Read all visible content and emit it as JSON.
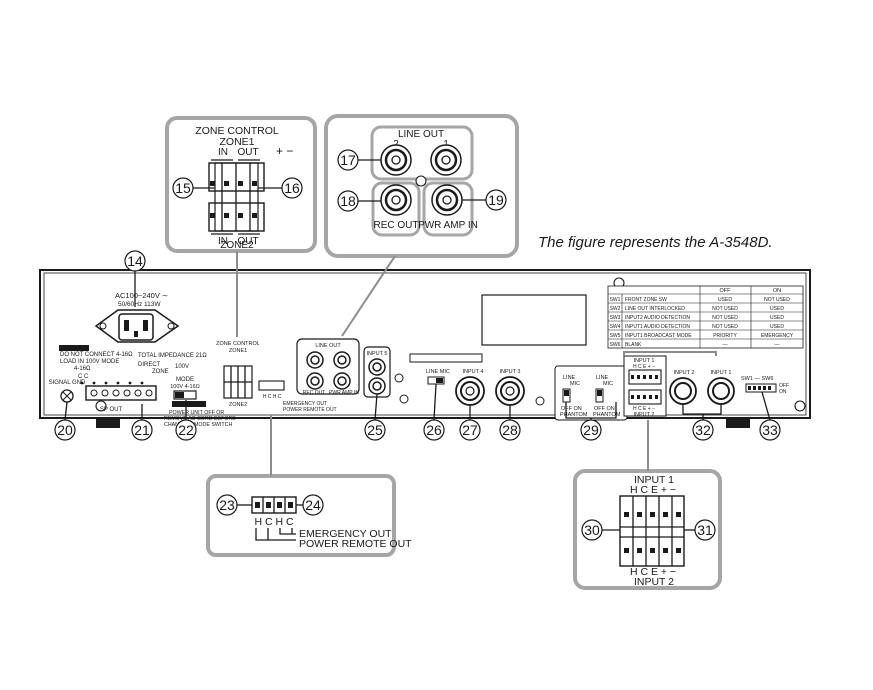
{
  "caption": "The figure represents the A-3548D.",
  "callouts": [
    "14",
    "15",
    "16",
    "17",
    "18",
    "19",
    "20",
    "21",
    "22",
    "23",
    "24",
    "25",
    "26",
    "27",
    "28",
    "29",
    "30",
    "31",
    "32",
    "33"
  ],
  "zone_control": {
    "title": "ZONE CONTROL",
    "zone1": "ZONE1",
    "zone2": "ZONE2",
    "in": "IN",
    "out": "OUT",
    "polarity": "+ −"
  },
  "line_out": {
    "title": "LINE OUT",
    "ch2": "2",
    "ch1": "1",
    "rec_out": "REC OUT",
    "pwr_amp_in": "PWR AMP IN"
  },
  "remote": {
    "pins": "H C H C",
    "emergency_out": "EMERGENCY OUT",
    "power_remote_out": "POWER REMOTE OUT"
  },
  "input_block": {
    "input1": "INPUT 1",
    "input2": "INPUT 2",
    "pins_top": "H C E + −",
    "pins_bottom": "H C E + −"
  },
  "panel": {
    "power": "AC100−240V ∼",
    "power_spec": "50/60Hz  113W",
    "warning1": "DO NOT CONNECT 4-16Ω",
    "warning2": "LOAD IN 100V MODE",
    "total_impedance": "TOTAL IMPEDANCE  21Ω",
    "v100": "100V",
    "direct": "DIRECT",
    "zone": "ZONE",
    "ohm_range": "4-16Ω",
    "mode": "MODE",
    "mode_opts": "100V   4-16Ω",
    "sp_out": "SP OUT",
    "signal_gnd": "SIGNAL GND",
    "switch_note1": "POWER UNIT OFF OR",
    "switch_note2": "REMOVE AC CORD BEFORE",
    "switch_note3": "CHANGING MODE SWITCH",
    "input5": "INPUT 5",
    "input4": "INPUT 4",
    "input3": "INPUT 3",
    "input2": "INPUT 2",
    "input1": "INPUT 1",
    "line_mic": "LINE  MIC",
    "line": "LINE",
    "mic": "MIC",
    "off_on": "OFF  ON",
    "phantom": "PHANTOM",
    "sw_range": "SW1  ―  SW6",
    "off": "OFF",
    "on": "ON",
    "cc": "C  C",
    "ohm_4_16": "4-16Ω"
  },
  "dip_table": {
    "headers": [
      "",
      "",
      "OFF",
      "ON"
    ],
    "rows": [
      [
        "SW1",
        "FRONT ZONE SW",
        "USED",
        "NOT USED"
      ],
      [
        "SW2",
        "LINE OUT INTERLOCKED",
        "NOT USED",
        "USED"
      ],
      [
        "SW3",
        "INPUT2 AUDIO DETECTION",
        "NOT USED",
        "USED"
      ],
      [
        "SW4",
        "INPUT1 AUDIO DETECTION",
        "NOT USED",
        "USED"
      ],
      [
        "SW5",
        "INPUT1 BROADCAST MODE",
        "PRIORITY",
        "EMERGENCY"
      ],
      [
        "SW6",
        "BLANK",
        "—",
        "—"
      ]
    ]
  }
}
